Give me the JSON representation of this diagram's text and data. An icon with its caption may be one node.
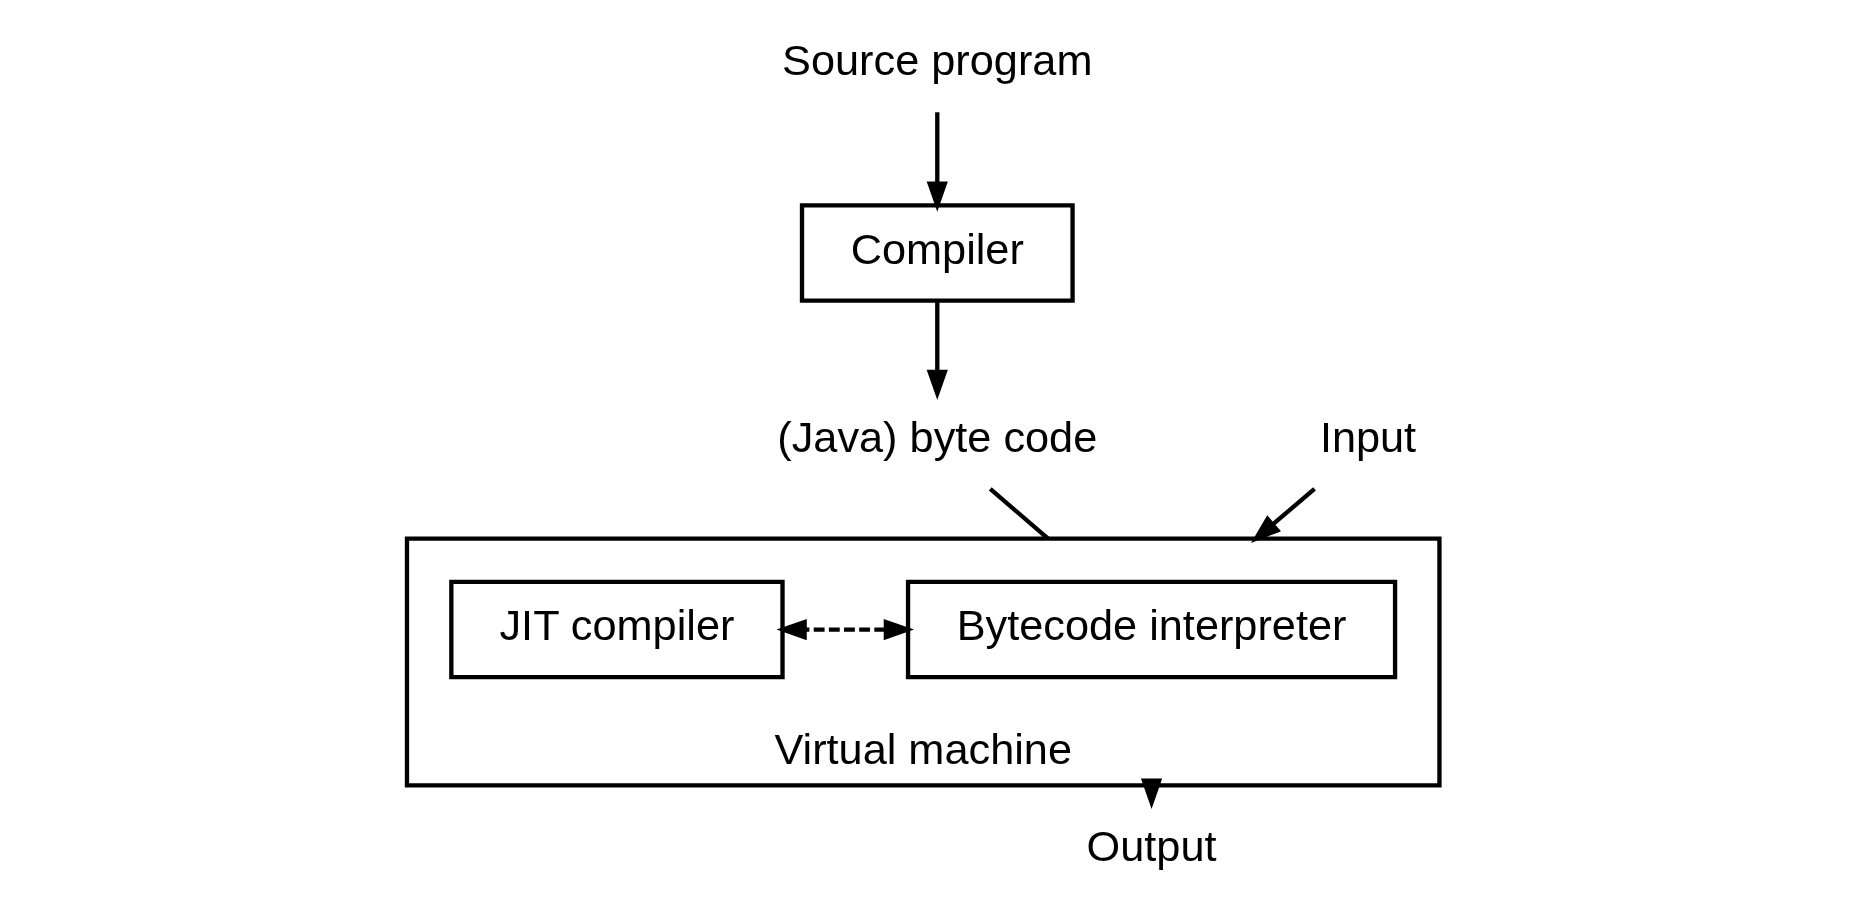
{
  "diagram": {
    "nodes": [
      {
        "text": [
          "Source program"
        ]
      },
      {
        "text": [
          "Compiler"
        ]
      },
      {
        "text": [
          "(Java) byte code"
        ]
      },
      {
        "text": [
          "Virtual machine"
        ]
      },
      {
        "text": [
          "Bytecode interpreter"
        ],
        "in": 3
      },
      {
        "text": [
          "JIT compiler"
        ],
        "in": 3
      },
      {
        "text": [
          "Input"
        ]
      },
      {
        "text": [
          "Output"
        ]
      }
    ],
    "edges": [
      {
        "from": 0,
        "to": 1,
        "arrow": "to"
      },
      {
        "from": 1,
        "to": 2,
        "arrow": "to"
      },
      {
        "from": 2,
        "to": 3,
        "arrow": "none"
      },
      {
        "from": 6,
        "to": 3,
        "arrow": "to"
      },
      {
        "from": 4,
        "to": 5,
        "arrow": "both",
        "style": "dashed"
      },
      {
        "from": 3,
        "to": 7,
        "arrow": "to"
      }
    ]
  }
}
